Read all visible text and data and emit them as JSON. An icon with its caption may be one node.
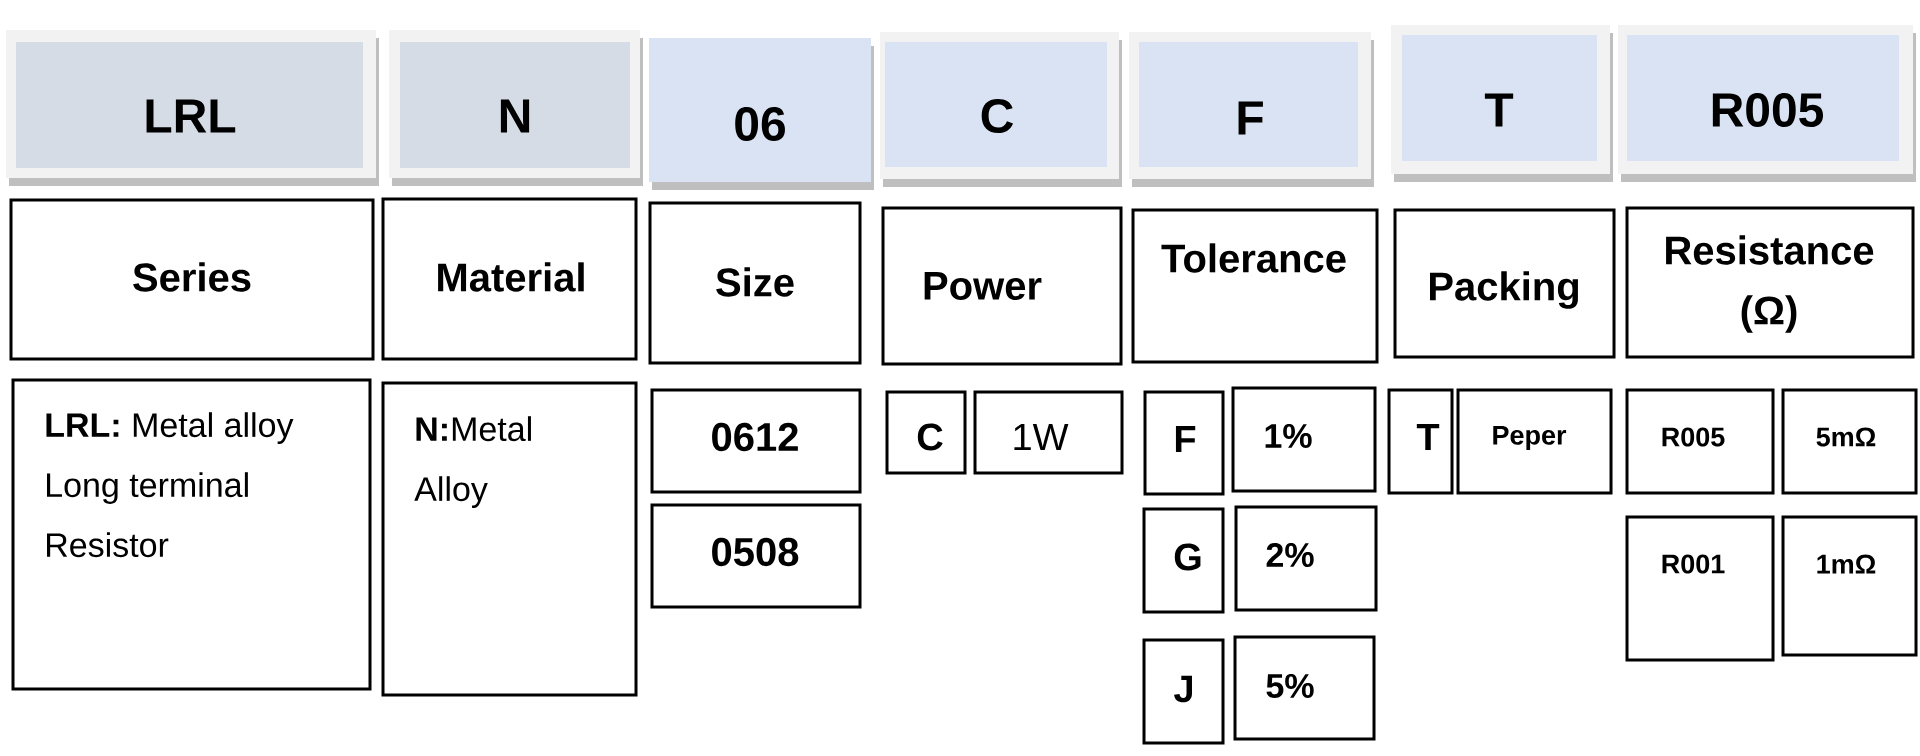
{
  "diagram": {
    "nodes": [
      {
        "text": [
          "LRL"
        ]
      },
      {
        "text": [
          "N"
        ]
      },
      {
        "text": [
          "06"
        ]
      },
      {
        "text": [
          "C"
        ]
      },
      {
        "text": [
          "F"
        ]
      },
      {
        "text": [
          "T"
        ]
      },
      {
        "text": [
          "R005"
        ]
      },
      {
        "text": [
          "Series"
        ]
      },
      {
        "text": [
          "Material"
        ]
      },
      {
        "text": [
          "Size"
        ]
      },
      {
        "text": [
          "Power"
        ]
      },
      {
        "text": [
          "Tolerance"
        ]
      },
      {
        "text": [
          "Packing"
        ]
      },
      {
        "text": [
          "Resistance (Ω)"
        ]
      },
      {
        "text": [
          "**LRL:** Metal alloy Long terminal Resistor"
        ]
      },
      {
        "text": [
          "**N:**Metal Alloy"
        ]
      },
      {
        "text": [
          "0612"
        ]
      },
      {
        "text": [
          "C"
        ]
      },
      {
        "text": [
          "1W"
        ]
      },
      {
        "text": [
          "F"
        ]
      },
      {
        "text": [
          "1%"
        ]
      },
      {
        "text": [
          "T"
        ]
      },
      {
        "text": [
          "Peper"
        ]
      },
      {
        "text": [
          "R005"
        ]
      },
      {
        "text": [
          "5mΩ"
        ]
      },
      {
        "text": [
          "0508"
        ]
      },
      {
        "text": [
          "G"
        ]
      },
      {
        "text": [
          "2%"
        ]
      },
      {
        "text": [
          "R001"
        ]
      },
      {
        "text": [
          "1mΩ"
        ]
      },
      {
        "text": [
          "J"
        ]
      },
      {
        "text": [
          "5%"
        ]
      }
    ]
  }
}
